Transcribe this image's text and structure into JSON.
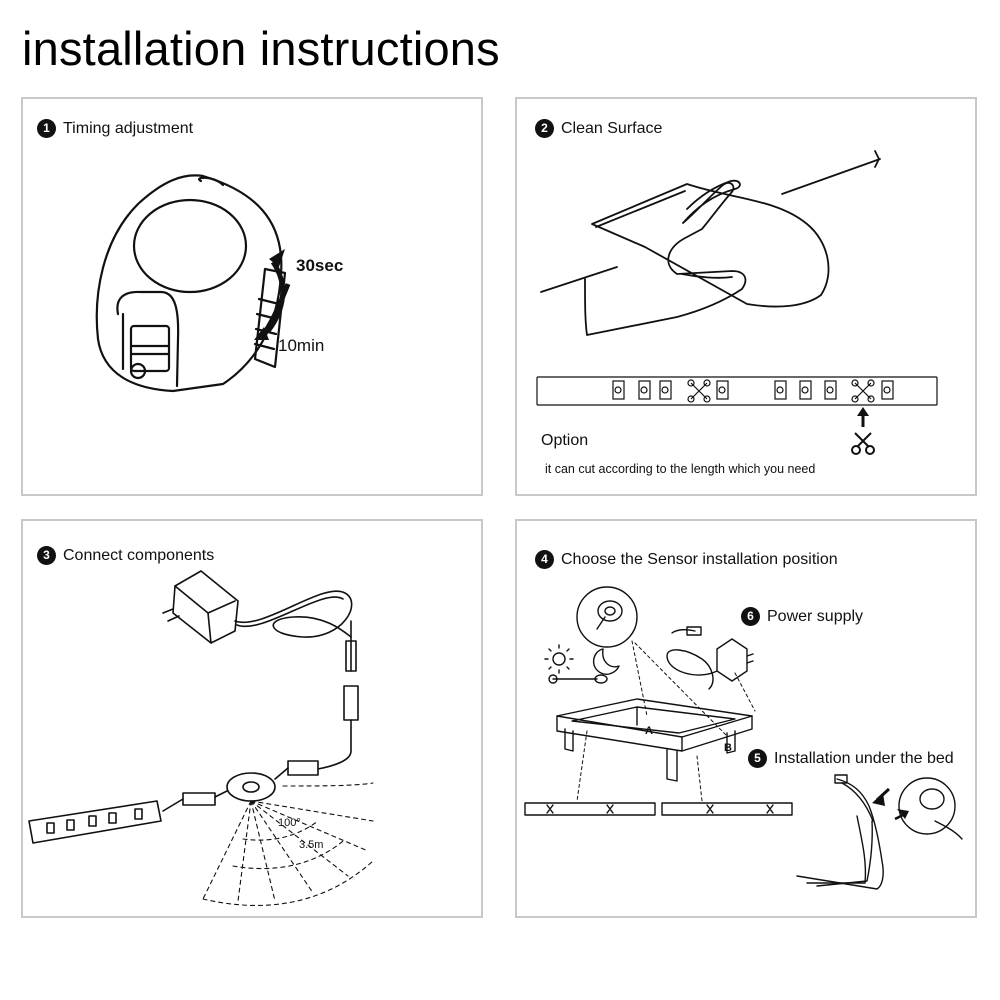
{
  "page": {
    "title": "installation instructions"
  },
  "steps": {
    "s1": {
      "num": "1",
      "label": "Timing adjustment",
      "time_up": "30sec",
      "time_down": "10min"
    },
    "s2": {
      "num": "2",
      "label": "Clean Surface",
      "option_title": "Option",
      "option_text": "it can cut according to the length which you need"
    },
    "s3": {
      "num": "3",
      "label": "Connect components",
      "angle": "100°",
      "range": "3.5m"
    },
    "s4": {
      "num": "4",
      "label": "Choose the Sensor installation position",
      "point_a": "A",
      "point_b": "B"
    },
    "s5": {
      "num": "5",
      "label": "Installation under the bed"
    },
    "s6": {
      "num": "6",
      "label": "Power supply"
    }
  },
  "icons": [
    "pir-sensor-icon",
    "hand-wiping-icon",
    "led-strip-icon",
    "scissors-icon",
    "arrow-up-icon",
    "power-adapter-icon",
    "sun-icon",
    "moon-icon",
    "bed-frame-icon"
  ]
}
